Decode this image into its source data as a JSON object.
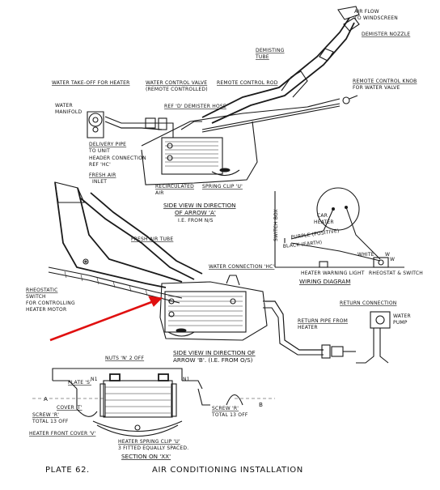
{
  "labels": {
    "air_flow": "AIR FLOW",
    "to_windscreen": "TO WINDSCREEN",
    "demister_nozzle": "DEMISTER NOZZLE",
    "demisting_tube_1": "DEMISTING",
    "demisting_tube_2": "TUBE",
    "water_take_off": "WATER TAKE-OFF FOR HEATER",
    "water_control_valve": "WATER CONTROL VALVE",
    "remote_controlled": "(REMOTE CONTROLLED)",
    "remote_control_rod": "REMOTE CONTROL ROD",
    "remote_control_knob_1": "REMOTE CONTROL KNOB",
    "remote_control_knob_2": "FOR WATER VALVE",
    "water_manifold_1": "WATER",
    "water_manifold_2": "MANIFOLD",
    "ref_d_demister_hose": "REF 'D' DEMISTER HOSE",
    "delivery_pipe_1": "DELIVERY PIPE",
    "delivery_pipe_2": "TO UNIT",
    "header_connection_1": "HEADER CONNECTION",
    "header_connection_2": "REF 'HC'",
    "fresh_air_inlet_1": "FRESH AIR",
    "fresh_air_inlet_2": "INLET",
    "recirculated_air_1": "RECIRCULATED",
    "recirculated_air_2": "AIR",
    "spring_clip_u": "SPRING CLIP 'U'",
    "side_view_a_1": "SIDE VIEW IN DIRECTION",
    "side_view_a_2": "OF ARROW 'A'",
    "side_view_a_3": "I.E. FROM N/S",
    "fresh_air_tube": "FRESH AIR TUBE",
    "car_heater_1": "CAR",
    "car_heater_2": "HEATER",
    "purple_positive": "PURPLE (POSITIVE)",
    "black_earth": "BLACK (EARTH)",
    "white": "WHITE",
    "w_mark": "W",
    "heater_warning_light": "HEATER WARNING LIGHT",
    "rheostat_switch": "RHEOSTAT & SWITCH",
    "wiring_diagram": "WIRING DIAGRAM",
    "switch_box": "SWITCH BOX",
    "water_connection_hc": "WATER CONNECTION 'HC'",
    "rheostatic_1": "RHEOSTATIC",
    "rheostatic_2": "SWITCH",
    "rheostatic_3": "FOR CONTROLLING",
    "rheostatic_4": "HEATER MOTOR",
    "return_connection": "RETURN CONNECTION",
    "water_pump_1": "WATER",
    "water_pump_2": "PUMP",
    "return_pipe_1": "RETURN PIPE FROM",
    "return_pipe_2": "HEATER",
    "side_view_b_1": "SIDE VIEW IN DIRECTION OF",
    "side_view_b_2": "ARROW 'B'. (I.E. FROM O/S)",
    "nuts_n": "NUTS 'N' 2 OFF",
    "plate_s": "PLATE 'S'",
    "n1_left": "N1",
    "n1_right": "N1",
    "arrow_a": "A",
    "arrow_b": "B",
    "cover_t": "COVER 'T'",
    "screw_r_right_1": "SCREW 'R'",
    "screw_r_right_2": "TOTAL 13 OFF",
    "screw_r_left_1": "SCREW 'R'",
    "screw_r_left_2": "TOTAL 13 OFF",
    "heater_front_cover": "HEATER FRONT COVER 'V'",
    "spring_clip_bottom_1": "HEATER SPRING CLIP 'U'",
    "spring_clip_bottom_2": "3 FITTED EQUALLY SPACED.",
    "section_xx": "SECTION ON 'XX'"
  },
  "footer": {
    "plate": "PLATE 62.",
    "title": "AIR CONDITIONING INSTALLATION"
  },
  "annotation": {
    "arrow_color": "#e01010"
  }
}
